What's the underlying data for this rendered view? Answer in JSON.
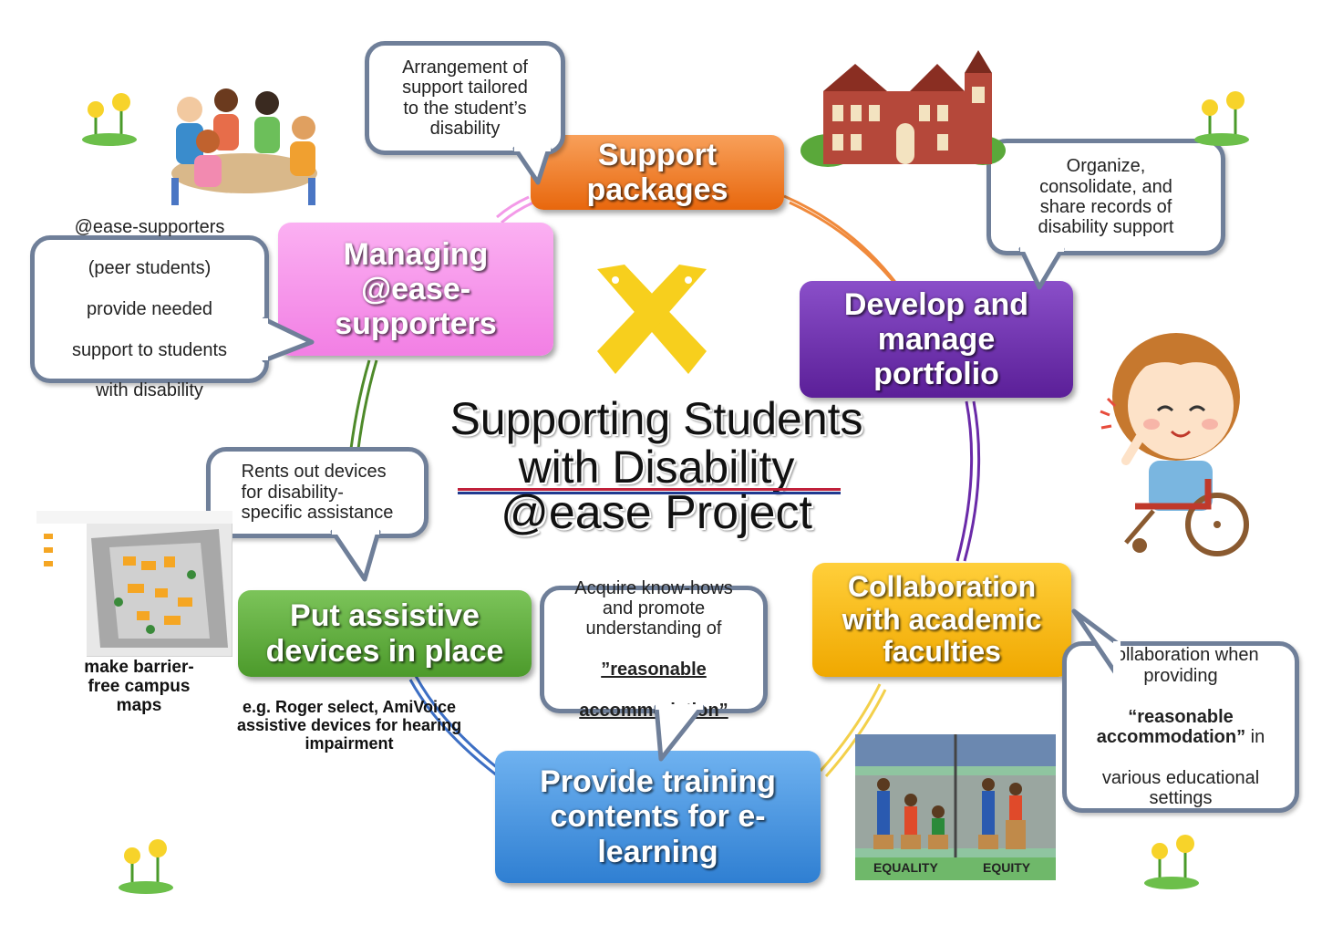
{
  "title": {
    "line1": "Supporting Students",
    "line2": "with Disability",
    "line3": "@ease Project"
  },
  "nodes": {
    "support_packages": "Support\npackages",
    "develop_portfolio": "Develop and\nmanage\nportfolio",
    "collaboration": "Collaboration\nwith  academic\nfaculties",
    "training": "Provide training\ncontents for e-\nlearning",
    "assistive": "Put assistive\ndevices in place",
    "managing": "Managing\n@ease-\nsupporters"
  },
  "bubbles": {
    "arrangement": "Arrangement of\nsupport tailored\nto the student’s\ndisability",
    "organize": "Organize,\nconsolidate, and\nshare records of\ndisability support",
    "peer_line1": "@ease-supporters",
    "peer_line2": "(peer students)",
    "peer_line3": "provide needed",
    "peer_line4": "support to students",
    "peer_line5": "with disability",
    "rents": "Rents out devices\nfor disability-\nspecific assistance",
    "acquire_plain": "Acquire know-hows\nand promote\nunderstanding of",
    "acquire_under1": "”reasonable",
    "acquire_under2": "accommodation”",
    "collab_plain1": "Collaboration when\nproviding",
    "collab_bold": "“reasonable\naccommodation”",
    "collab_plain2": " in",
    "collab_plain3": "various educational\nsettings"
  },
  "captions": {
    "maps": "make barrier-\nfree campus\nmaps",
    "devices": "e.g. Roger select, AmiVoice\nassistive devices for hearing\nimpairment",
    "equality": "EQUALITY",
    "equity": "EQUITY"
  },
  "colors": {
    "orange": "#f27b1f",
    "purple": "#6a2aa8",
    "yellow": "#f5b400",
    "blue": "#3d8fdc",
    "green": "#5aa83a",
    "pink": "#f78ee9",
    "logo": "#f7cf1d",
    "bubble_border": "#6f7f99"
  },
  "icons": [
    "pen-cross-logo-icon",
    "flower-icon",
    "school-building-icon",
    "wheelchair-student-icon",
    "group-table-icon",
    "campus-map-icon",
    "equality-equity-icon"
  ]
}
